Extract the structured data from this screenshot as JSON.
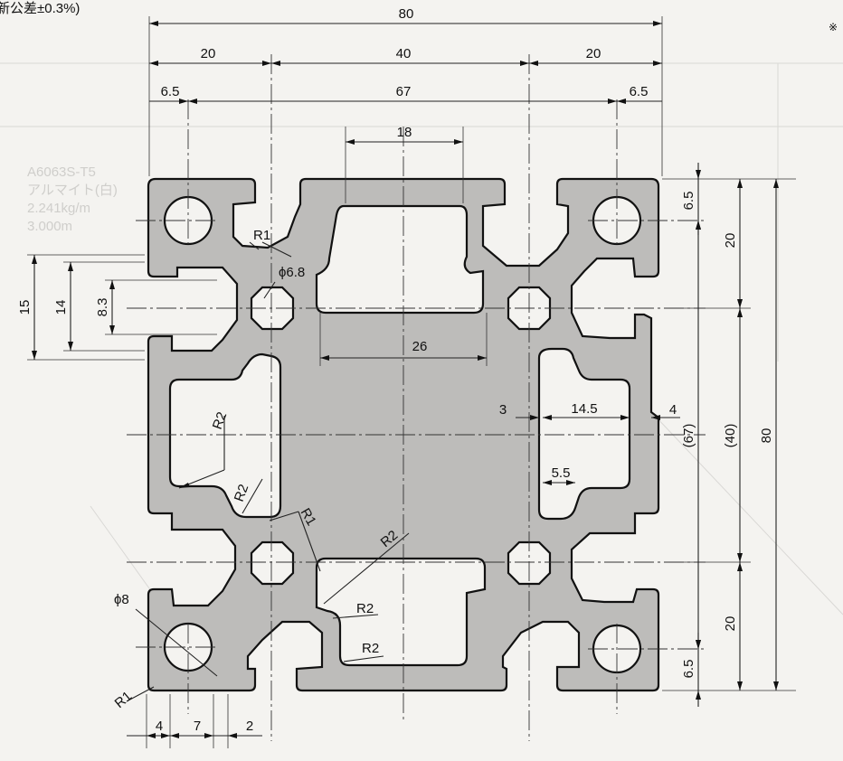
{
  "header": {
    "tolerance_note": "新公差±0.3%)",
    "corner_mark": "※"
  },
  "dimensions": {
    "overall_width": "80",
    "left_section": "20",
    "middle_section": "40",
    "right_section": "20",
    "bore_offset_left": "6.5",
    "bore_span": "67",
    "bore_offset_right": "6.5",
    "top_slot_width": "18",
    "right_top_offset": "6.5",
    "right_upper": "20",
    "right_middle": "(40)",
    "right_span": "(67)",
    "right_overall": "80",
    "right_lower": "20",
    "right_bottom_offset": "6.5",
    "left_slot_15": "15",
    "left_slot_14": "14",
    "left_slot_83": "8.3",
    "inner_26": "26",
    "wall_3": "3",
    "inner_145": "14.5",
    "wall_4": "4",
    "inner_55": "5.5",
    "bottom_4": "4",
    "bottom_7": "7",
    "bottom_2": "2"
  },
  "callouts": {
    "r1_top": "R1",
    "phi68": "ϕ6.8",
    "r2_left": "R2",
    "r2_left_lower": "R2",
    "r1_center": "R1",
    "r2_center": "R2",
    "r2_bottom_mid": "R2",
    "r2_bottom": "R2",
    "phi8": "ϕ8",
    "r1_bottom_left": "R1"
  },
  "background_text": {
    "line1": "A6063S-T5",
    "line2": "アルマイト(白)",
    "line3": "2.241kg/m",
    "line4": "3.000m"
  }
}
